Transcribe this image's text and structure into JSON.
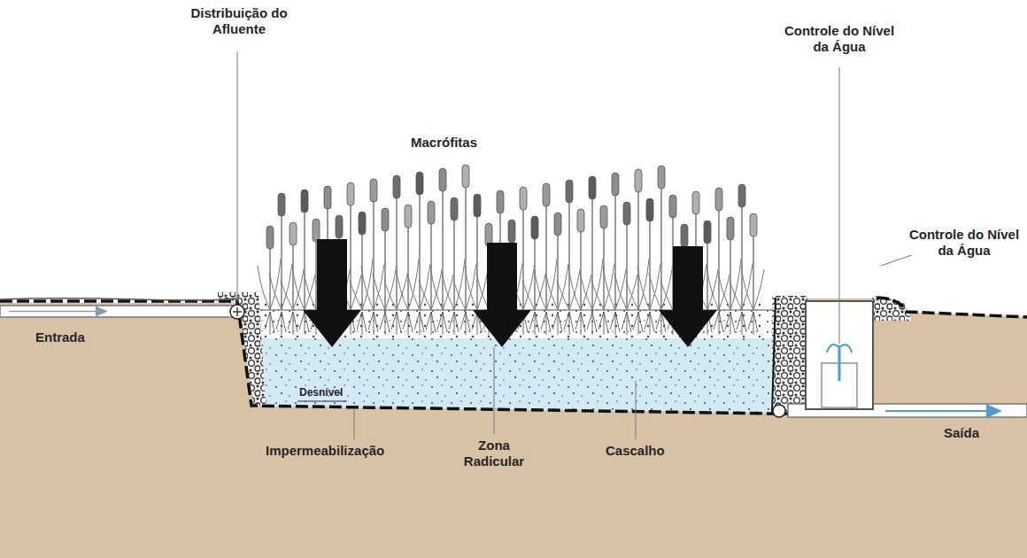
{
  "diagram": {
    "labels": [
      "Distribuição do Afluente",
      "Controle do Nível da Água",
      "Macrófitas",
      "Controle do Nível da Água",
      "Entrada",
      "Desnível",
      "Saída",
      "Impermeabilização",
      "Zona Radicular",
      "Cascalho"
    ]
  }
}
